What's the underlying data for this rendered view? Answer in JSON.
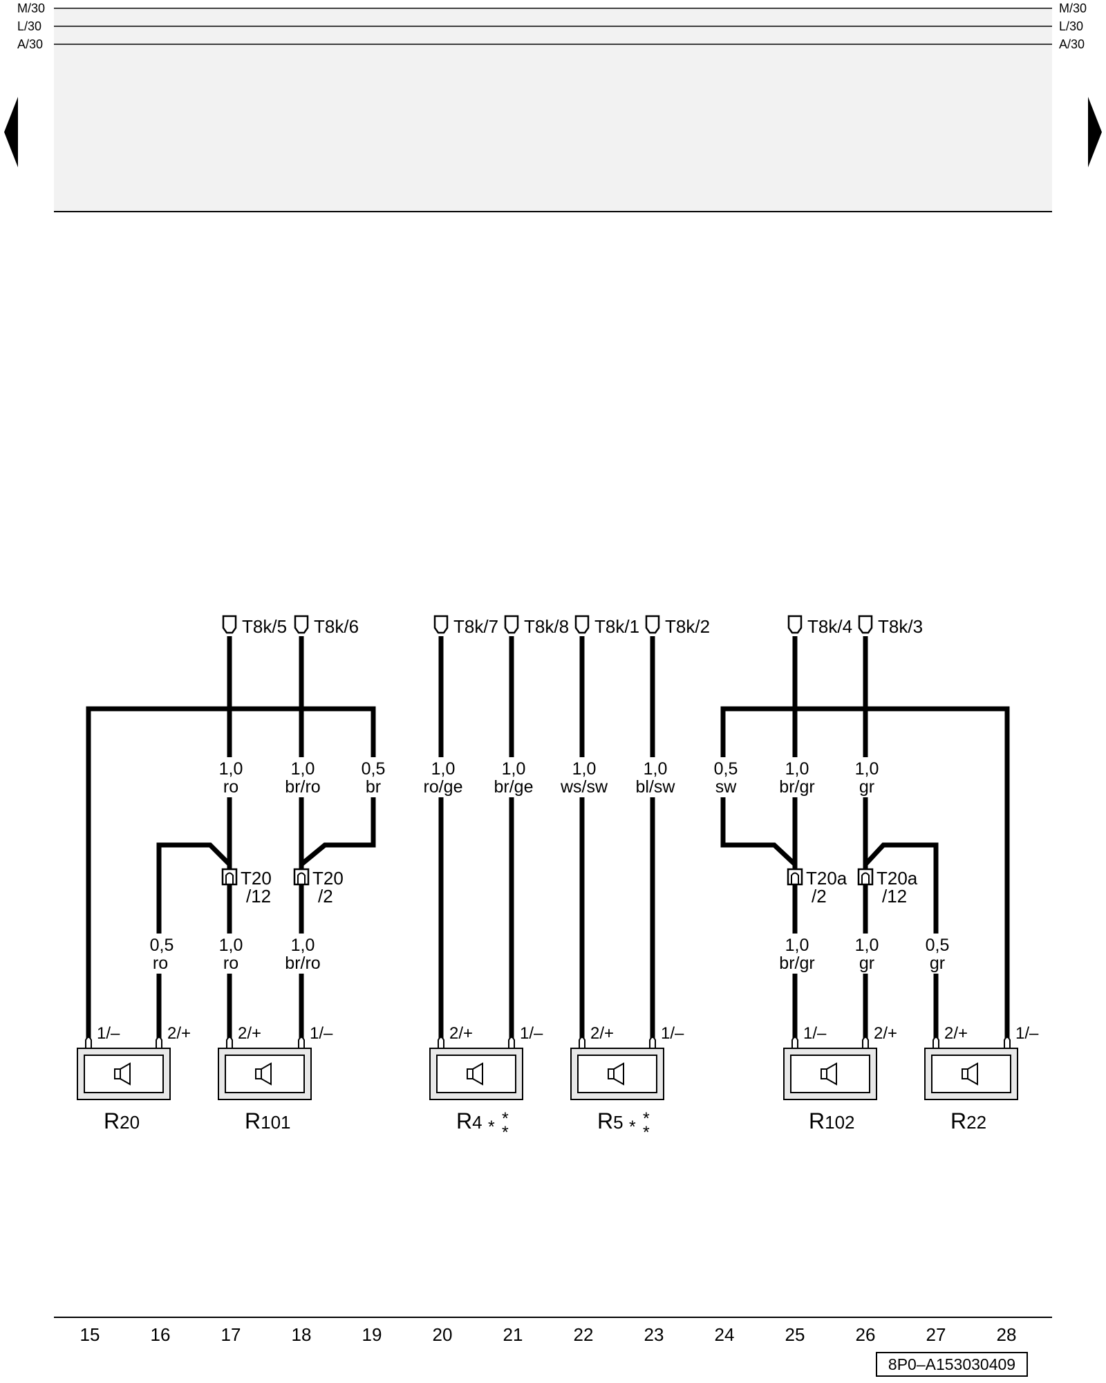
{
  "bus_labels": [
    "M/30",
    "L/30",
    "A/30"
  ],
  "nav": {
    "prev": "previous-page",
    "next": "next-page"
  },
  "top_connectors": [
    {
      "id": "t8k5",
      "label": "T8k/5"
    },
    {
      "id": "t8k6",
      "label": "T8k/6"
    },
    {
      "id": "t8k7",
      "label": "T8k/7"
    },
    {
      "id": "t8k8",
      "label": "T8k/8"
    },
    {
      "id": "t8k1",
      "label": "T8k/1"
    },
    {
      "id": "t8k2",
      "label": "T8k/2"
    },
    {
      "id": "t8k4",
      "label": "T8k/4"
    },
    {
      "id": "t8k3",
      "label": "T8k/3"
    }
  ],
  "upper_wire_labels": [
    {
      "size": "1,0",
      "color": "ro"
    },
    {
      "size": "1,0",
      "color": "br/ro"
    },
    {
      "size": "0,5",
      "color": "br"
    },
    {
      "size": "1,0",
      "color": "ro/ge"
    },
    {
      "size": "1,0",
      "color": "br/ge"
    },
    {
      "size": "1,0",
      "color": "ws/sw"
    },
    {
      "size": "1,0",
      "color": "bl/sw"
    },
    {
      "size": "0,5",
      "color": "sw"
    },
    {
      "size": "1,0",
      "color": "br/gr"
    },
    {
      "size": "1,0",
      "color": "gr"
    }
  ],
  "mid_connectors": [
    {
      "id": "t20-12",
      "label": "T20",
      "sub": "/12"
    },
    {
      "id": "t20-2",
      "label": "T20",
      "sub": "/2"
    },
    {
      "id": "t20a-2",
      "label": "T20a",
      "sub": "/2"
    },
    {
      "id": "t20a-12",
      "label": "T20a",
      "sub": "/12"
    }
  ],
  "lower_wire_labels": [
    {
      "size": "0,5",
      "color": "ro"
    },
    {
      "size": "1,0",
      "color": "ro"
    },
    {
      "size": "1,0",
      "color": "br/ro"
    },
    {
      "size": "1,0",
      "color": "br/gr"
    },
    {
      "size": "1,0",
      "color": "gr"
    },
    {
      "size": "0,5",
      "color": "gr"
    }
  ],
  "pin_labels": [
    "1/–",
    "2/+",
    "2/+",
    "1/–",
    "2/+",
    "1/–",
    "2/+",
    "1/–",
    "1/–",
    "2/+",
    "2/+",
    "1/–"
  ],
  "components": [
    {
      "id": "R20",
      "prefix": "R",
      "sub": "20",
      "stars": ""
    },
    {
      "id": "R101",
      "prefix": "R",
      "sub": "101",
      "stars": ""
    },
    {
      "id": "R4",
      "prefix": "R",
      "sub": "4",
      "stars": "*"
    },
    {
      "id": "R5",
      "prefix": "R",
      "sub": "5",
      "stars": "*"
    },
    {
      "id": "R102",
      "prefix": "R",
      "sub": "102",
      "stars": ""
    },
    {
      "id": "R22",
      "prefix": "R",
      "sub": "22",
      "stars": ""
    }
  ],
  "columns": [
    "15",
    "16",
    "17",
    "18",
    "19",
    "20",
    "21",
    "22",
    "23",
    "24",
    "25",
    "26",
    "27",
    "28"
  ],
  "diagram_code": "8P0–A153030409"
}
